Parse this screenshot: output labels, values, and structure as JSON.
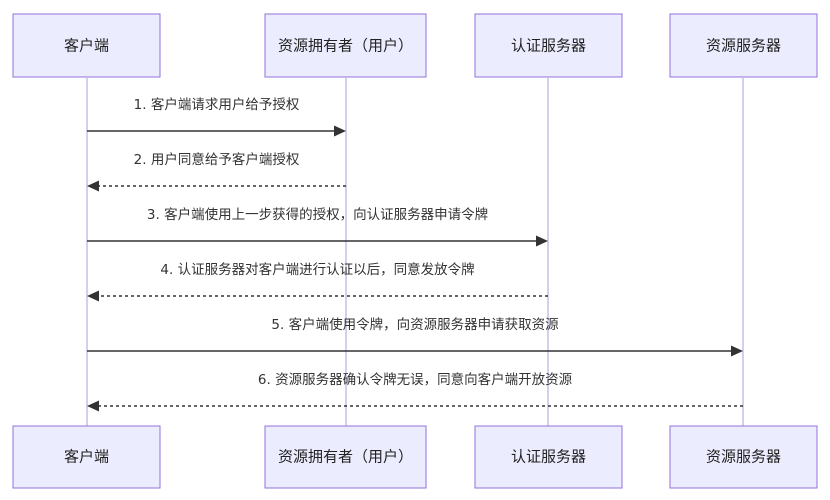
{
  "actors": [
    {
      "id": "client",
      "label": "客户端"
    },
    {
      "id": "owner",
      "label": "资源拥有者（用户）"
    },
    {
      "id": "auth",
      "label": "认证服务器"
    },
    {
      "id": "resource",
      "label": "资源服务器"
    }
  ],
  "messages": [
    {
      "label": "1. 客户端请求用户给予授权",
      "from": "client",
      "to": "owner",
      "style": "solid"
    },
    {
      "label": "2. 用户同意给予客户端授权",
      "from": "owner",
      "to": "client",
      "style": "dashed"
    },
    {
      "label": "3. 客户端使用上一步获得的授权，向认证服务器申请令牌",
      "from": "client",
      "to": "auth",
      "style": "solid"
    },
    {
      "label": "4. 认证服务器对客户端进行认证以后，同意发放令牌",
      "from": "auth",
      "to": "client",
      "style": "dashed"
    },
    {
      "label": "5. 客户端使用令牌，向资源服务器申请获取资源",
      "from": "client",
      "to": "resource",
      "style": "solid"
    },
    {
      "label": "6. 资源服务器确认令牌无误，同意向客户端开放资源",
      "from": "resource",
      "to": "client",
      "style": "dashed"
    }
  ]
}
